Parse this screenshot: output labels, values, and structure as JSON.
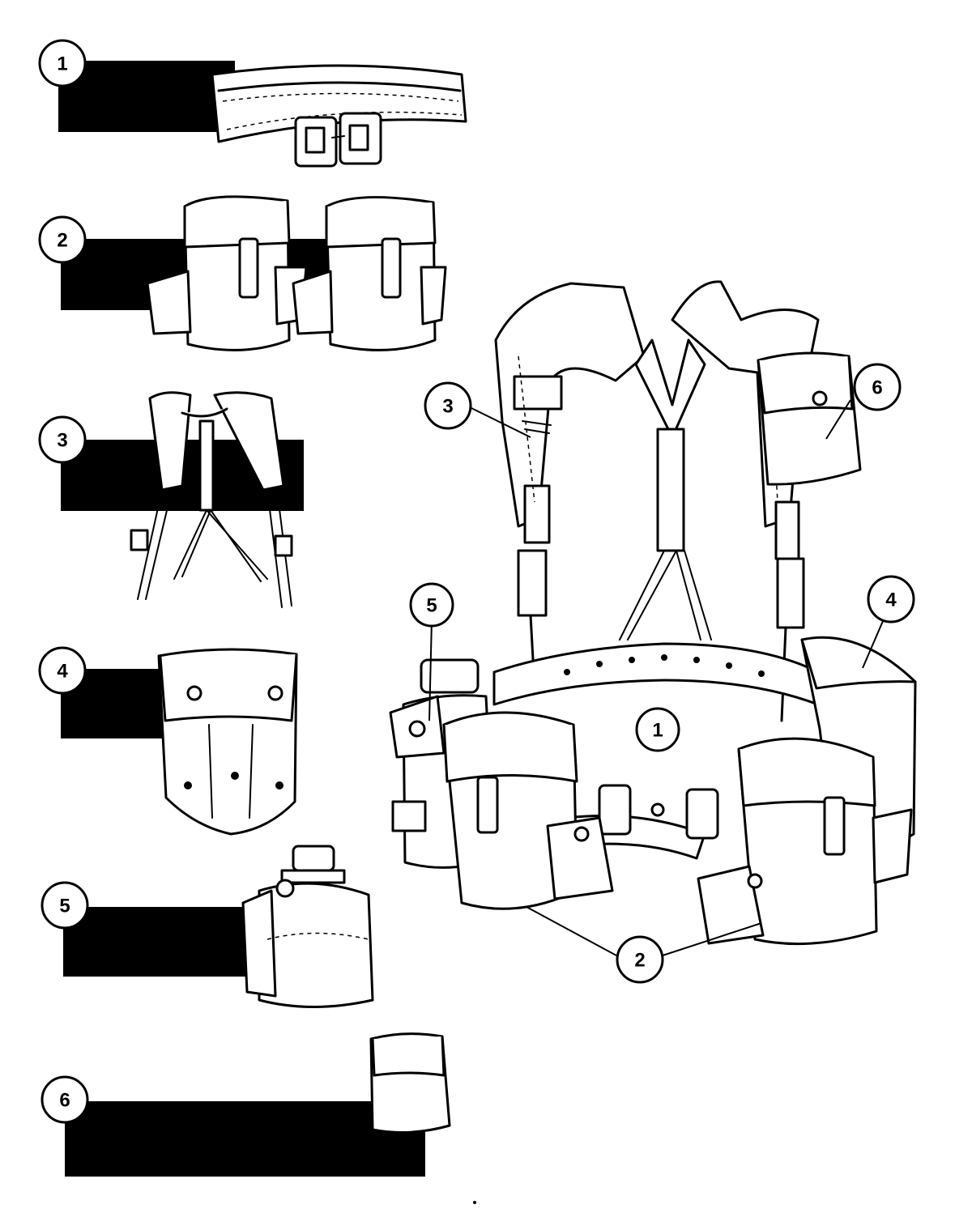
{
  "legend": {
    "items": [
      {
        "label": "1",
        "icon": "belt-icon"
      },
      {
        "label": "2",
        "icon": "ammo-pouches-icon"
      },
      {
        "label": "3",
        "icon": "suspenders-icon"
      },
      {
        "label": "4",
        "icon": "entrenching-tool-carrier-icon"
      },
      {
        "label": "5",
        "icon": "canteen-icon"
      },
      {
        "label": "6",
        "icon": "first-aid-pouch-icon"
      }
    ]
  },
  "assembly": {
    "callouts": [
      {
        "label": "1",
        "target": "belt"
      },
      {
        "label": "2",
        "target": "ammo-pouches"
      },
      {
        "label": "3",
        "target": "suspenders"
      },
      {
        "label": "4",
        "target": "entrenching-tool-carrier"
      },
      {
        "label": "5",
        "target": "canteen"
      },
      {
        "label": "6",
        "target": "first-aid-pouch"
      }
    ]
  },
  "colors": {
    "ink": "#000000",
    "paper": "#ffffff"
  }
}
